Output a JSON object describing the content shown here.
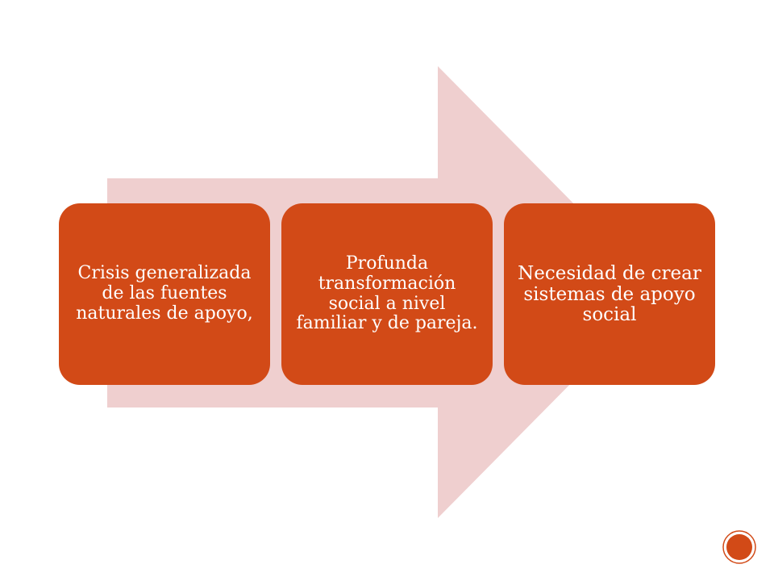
{
  "colors": {
    "arrow_fill": "#efcfcf",
    "box_fill": "#d24a17",
    "box_text": "#ffffff",
    "badge_fill": "#d24a17"
  },
  "diagram": {
    "steps": [
      {
        "label": "Crisis generalizada de las fuentes naturales de apoyo,"
      },
      {
        "label": "Profunda transformación social a nivel familiar y de pareja."
      },
      {
        "label": "Necesidad de crear sistemas de apoyo social"
      }
    ]
  },
  "badge": {
    "icon": "slide-badge-icon"
  }
}
